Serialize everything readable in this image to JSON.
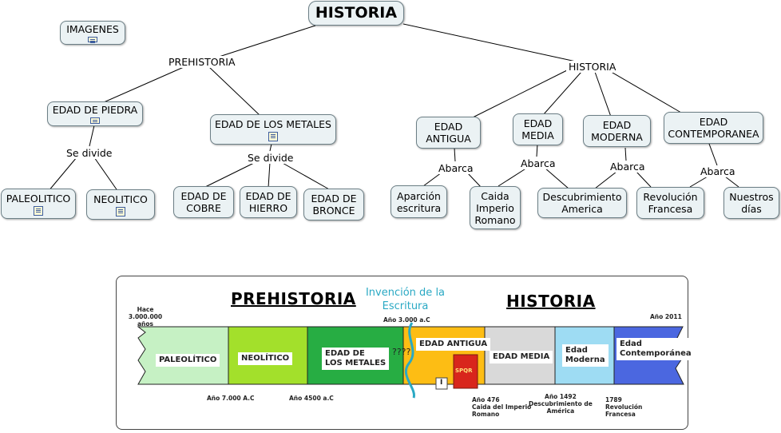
{
  "map": {
    "root": "HISTORIA",
    "imagenes": "IMAGENES",
    "prehistoria_label": "PREHISTORIA",
    "historia_label": "HISTORIA",
    "se_divide_1": "Se divide",
    "se_divide_2": "Se divide",
    "abarca": [
      "Abarca",
      "Abarca",
      "Abarca",
      "Abarca"
    ],
    "edad_piedra": "EDAD DE PIEDRA",
    "edad_metales": "EDAD DE LOS METALES",
    "paleolitico": "PALEOLITICO",
    "neolitico": "NEOLITICO",
    "cobre": "EDAD DE\nCOBRE",
    "hierro": "EDAD DE\nHIERRO",
    "bronce": "EDAD DE\nBRONCE",
    "antigua": "EDAD\nANTIGUA",
    "media": "EDAD\nMEDIA",
    "moderna": "EDAD\nMODERNA",
    "contemporanea": "EDAD\nCONTEMPORANEA",
    "aparicion": "Aparción\nescritura",
    "caida": "Caida\nImperio\nRomano",
    "descubrimiento": "Descubrimiento\nAmerica",
    "revolucion": "Revolución\nFrancesa",
    "nuestros": "Nuestros\ndías",
    "attachment_icon": "document-icon"
  },
  "timeline": {
    "prehistoria": "PREHISTORIA",
    "historia": "HISTORIA",
    "invencion": "Invención de la\nEscritura",
    "hace": "Hace\n3.000.000 años",
    "ano_3000": "Año 3.000 a.C",
    "ano_2011": "Año 2011",
    "ano_7000": "Año 7.000 A.C",
    "ano_4500": "Año 4500 a.C",
    "ano_476": "Año 476\nCaida del Imperio\nRomano",
    "ano_1492": "Año 1492\nDescubrimiento de\nAmérica",
    "ano_1789": "1789\nRevolución\nFrancesa",
    "question": "????",
    "roman_mark": "I",
    "spqr": "SPQR",
    "segments": {
      "paleolitico": "PALEOLÍTICO",
      "neolitico": "NEOLÍTICO",
      "metales": "EDAD DE\nLOS METALES",
      "antigua": "EDAD ANTIGUA",
      "media": "EDAD MEDIA",
      "moderna": "Edad\nModerna",
      "contemporanea": "Edad\nContemporánea"
    },
    "colors": {
      "paleolitico": "#c6f1c4",
      "neolitico": "#a3e02b",
      "metales": "#27ad43",
      "antigua": "#fdbd14",
      "media": "#d9d9d9",
      "moderna": "#9edcf3",
      "contemporanea": "#4b67e0",
      "cyan": "#2aa9c4"
    }
  }
}
